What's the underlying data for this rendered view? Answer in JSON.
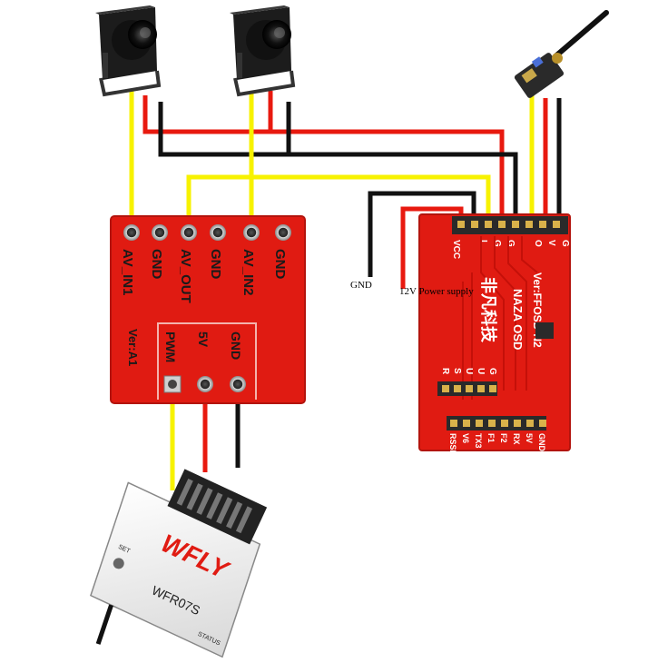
{
  "colors": {
    "board": "#e01b12",
    "board_edge": "#b3140d",
    "wire_yellow": "#f7f200",
    "wire_red": "#e8190f",
    "wire_black": "#111111",
    "camera": "#1c1c1c",
    "receiver_body": "#f2f2f2",
    "receiver_top": "#222222"
  },
  "switch_board": {
    "pins_top": [
      "AV_IN1",
      "GND",
      "AV_OUT",
      "GND",
      "AV_IN2",
      "GND"
    ],
    "pins_bottom": [
      "PWM",
      "5V",
      "GND"
    ],
    "version": "Ver:A1"
  },
  "osd_board": {
    "pins_top": [
      "VCC",
      "I",
      "G",
      "G",
      "O",
      "V",
      "G"
    ],
    "brand": "非凡科技",
    "name": "NAZA OSD",
    "version": "Ver:FFOSD-N2",
    "pins_mid": [
      "R",
      "S",
      "U",
      "U",
      "G"
    ],
    "pins_bottom": [
      "RSSI",
      "V6",
      "TX3",
      "F1",
      "F2",
      "RX",
      "5V",
      "GND"
    ]
  },
  "annotations": {
    "gnd": "GND",
    "power": "12V Power supply"
  },
  "receiver": {
    "brand": "WFLY",
    "model": "WFR07S",
    "status_label": "STATUS",
    "set_label": "SET"
  }
}
